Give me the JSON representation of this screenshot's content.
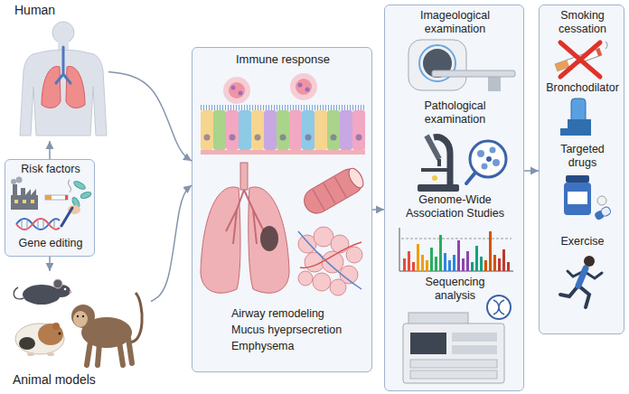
{
  "diagram": {
    "nodes": [
      {
        "text": [
          "Human"
        ]
      },
      {
        "text": [
          "Risk factors",
          "Gene editing"
        ]
      },
      {
        "text": [
          "Animal models"
        ]
      },
      {
        "text": [
          "Immune response",
          "Airway remodeling",
          "Mucus hyeprsecretion",
          "Emphysema"
        ]
      },
      {
        "text": [
          "Imageological examination",
          "Pathological examination",
          "Genome-Wide Association Studies",
          "Sequencing analysis"
        ]
      },
      {
        "text": [
          "Smoking cessation",
          "Bronchodilator",
          "Targeted drugs",
          "Exercise"
        ]
      }
    ],
    "edges": [
      {
        "from": 1,
        "to": 0,
        "arrow": "to"
      },
      {
        "from": 1,
        "to": 2,
        "arrow": "to"
      },
      {
        "from": 0,
        "to": 3,
        "arrow": "to"
      },
      {
        "from": 2,
        "to": 3,
        "arrow": "to"
      },
      {
        "from": 3,
        "to": 4,
        "arrow": "to"
      },
      {
        "from": 4,
        "to": 5,
        "arrow": "to"
      }
    ]
  }
}
